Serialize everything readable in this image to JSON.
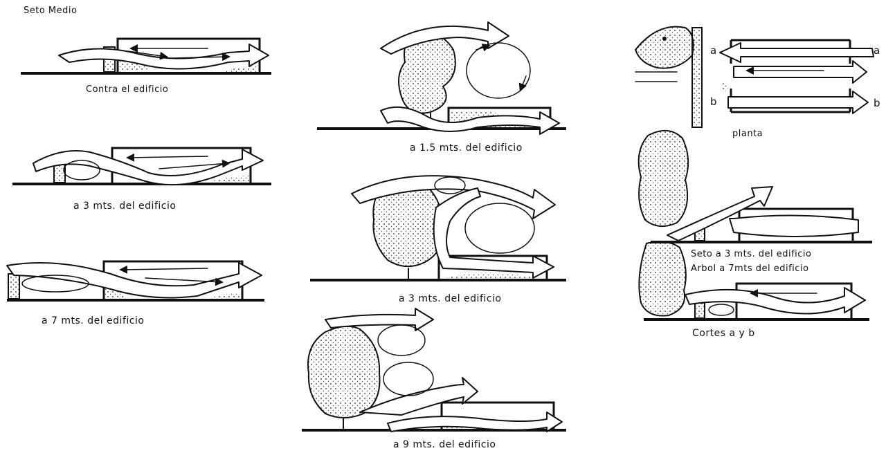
{
  "labels": {
    "seto_medio": "Seto Medio",
    "contra": "Contra el edificio",
    "a3_left": "a 3 mts. del edificio",
    "a7_left": "a 7 mts. del edificio",
    "a15_mid": "a 1.5 mts. del edificio",
    "a3_mid": "a 3 mts. del edificio",
    "a9_mid": "a 9 mts. del edificio",
    "planta": "planta",
    "mark_a_left": "a",
    "mark_a_right": "a",
    "mark_b_left": "b",
    "mark_b_right": "b",
    "seto3": "Seto a 3 mts. del edificio",
    "arbol7": "Arbol a 7mts del edificio",
    "cortes": "Cortes a y b"
  }
}
